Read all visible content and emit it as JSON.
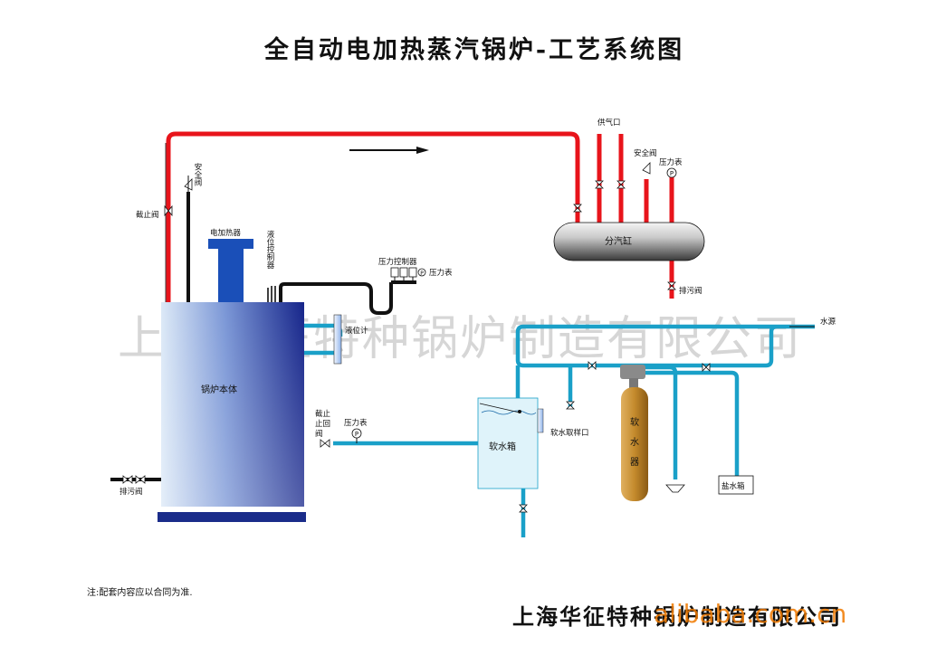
{
  "title": "全自动电加热蒸汽锅炉-工艺系统图",
  "labels": {
    "safety_valve_boiler": "安全阀",
    "stop_valve": "截止阀",
    "electric_heater": "电加热器",
    "level_controller": "液位控制器",
    "pressure_controller": "压力控制器",
    "pressure_gauge_boiler": "压力表",
    "level_gauge": "液位计",
    "boiler_body": "锅炉本体",
    "steam_supply": "供气口",
    "safety_valve_header": "安全阀",
    "pressure_gauge_header": "压力表",
    "steam_header": "分汽缸",
    "drain_valve_header": "排污阀",
    "water_source": "水源",
    "stop_check_valve": "截止止回阀",
    "pressure_gauge_feed": "压力表",
    "soft_water_tank": "软水箱",
    "soft_water_sample": "软水取样口",
    "softener": "软水器",
    "salt_tank": "盐水箱",
    "drain_valve_boiler": "排污阀",
    "gauge_symbol": "P"
  },
  "note": "注:配套内容应以合同为准.",
  "company": "上海华征特种锅炉制造有限公司",
  "watermark": "上海华征特种锅炉制造有限公司",
  "brand": "alibaba.com.cn",
  "colors": {
    "steam_pipe": "#e8141b",
    "water_pipe": "#1aa0c8",
    "boiler_light": "#d8e8f8",
    "boiler_dark": "#1a2c8a",
    "softener": "#b8771c"
  }
}
